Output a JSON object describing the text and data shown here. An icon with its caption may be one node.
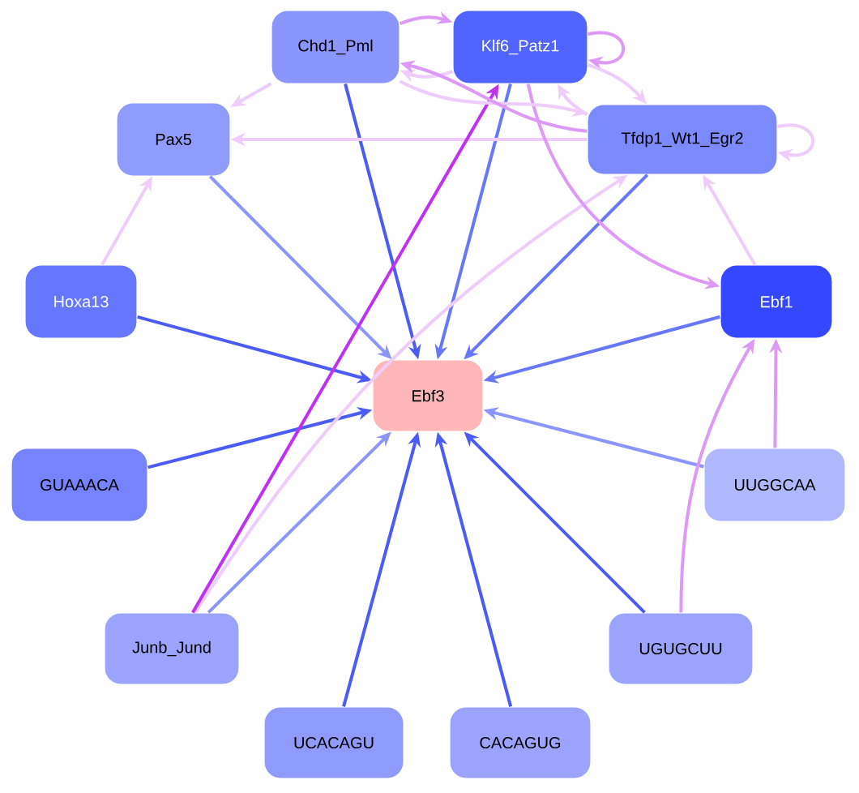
{
  "diagram": {
    "nodes": [
      {
        "text": [
          "Chd1_Pml"
        ]
      },
      {
        "text": [
          "Klf6_Patz1"
        ]
      },
      {
        "text": [
          "Pax5"
        ]
      },
      {
        "text": [
          "Tfdp1_Wt1_Egr2"
        ]
      },
      {
        "text": [
          "Hoxa13"
        ]
      },
      {
        "text": [
          "Ebf1"
        ]
      },
      {
        "text": [
          "Ebf3"
        ]
      },
      {
        "text": [
          "GUAAACA"
        ]
      },
      {
        "text": [
          "UUGGCAA"
        ]
      },
      {
        "text": [
          "Junb_Jund"
        ]
      },
      {
        "text": [
          "UGUGCUU"
        ]
      },
      {
        "text": [
          "UCACAGU"
        ]
      },
      {
        "text": [
          "CACAGUG"
        ]
      }
    ],
    "edges": [
      {
        "from": 0,
        "to": 6,
        "arrow": "to",
        "color": "#4a5cf5"
      },
      {
        "from": 1,
        "to": 6,
        "arrow": "to",
        "color": "#6677f8"
      },
      {
        "from": 3,
        "to": 6,
        "arrow": "to",
        "color": "#6677f8"
      },
      {
        "from": 2,
        "to": 6,
        "arrow": "to",
        "color": "#8a96fb"
      },
      {
        "from": 4,
        "to": 6,
        "arrow": "to",
        "color": "#4a5cf5"
      },
      {
        "from": 5,
        "to": 6,
        "arrow": "to",
        "color": "#6677f8"
      },
      {
        "from": 7,
        "to": 6,
        "arrow": "to",
        "color": "#4a5cf5"
      },
      {
        "from": 8,
        "to": 6,
        "arrow": "to",
        "color": "#8a96fb"
      },
      {
        "from": 9,
        "to": 6,
        "arrow": "to",
        "color": "#8a96fb"
      },
      {
        "from": 10,
        "to": 6,
        "arrow": "to",
        "color": "#4a5cf5"
      },
      {
        "from": 11,
        "to": 6,
        "arrow": "to",
        "color": "#4a5cf5"
      },
      {
        "from": 12,
        "to": 6,
        "arrow": "to",
        "color": "#4a5cf5"
      },
      {
        "from": 4,
        "to": 2,
        "arrow": "to",
        "color": "#eeccfb"
      },
      {
        "from": 0,
        "to": 2,
        "arrow": "to",
        "color": "#eeccfb"
      },
      {
        "from": 3,
        "to": 2,
        "arrow": "to",
        "color": "#eeccfb"
      },
      {
        "from": 5,
        "to": 3,
        "arrow": "to",
        "color": "#eeccfb"
      },
      {
        "from": 9,
        "to": 3,
        "arrow": "to",
        "color": "#eeccfb"
      },
      {
        "from": 9,
        "to": 1,
        "arrow": "to",
        "color": "#c030f0"
      },
      {
        "from": 1,
        "to": 5,
        "arrow": "to",
        "color": "#dd99f5"
      },
      {
        "from": 8,
        "to": 5,
        "arrow": "to",
        "color": "#dd99f5"
      },
      {
        "from": 10,
        "to": 5,
        "arrow": "to",
        "color": "#dd99f5"
      },
      {
        "from": 0,
        "to": 1,
        "arrow": "to",
        "color": "#dd99f5"
      },
      {
        "from": 1,
        "to": 0,
        "arrow": "to",
        "color": "#eeccfb"
      },
      {
        "from": 1,
        "to": 1,
        "arrow": "to",
        "color": "#dd99f5"
      },
      {
        "from": 0,
        "to": 3,
        "arrow": "to",
        "color": "#eeccfb"
      },
      {
        "from": 3,
        "to": 0,
        "arrow": "to",
        "color": "#dd99f5"
      },
      {
        "from": 1,
        "to": 3,
        "arrow": "to",
        "color": "#eeccfb"
      },
      {
        "from": 3,
        "to": 1,
        "arrow": "to",
        "color": "#eeccfb"
      },
      {
        "from": 3,
        "to": 3,
        "arrow": "to",
        "color": "#eeccfb"
      }
    ]
  }
}
